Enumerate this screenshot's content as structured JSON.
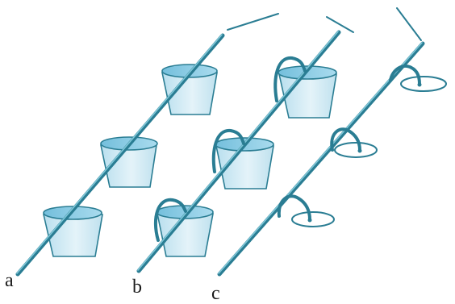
{
  "figure": {
    "labels": {
      "a": "a",
      "b": "b",
      "c": "c"
    },
    "icons": {
      "bucket": "bucket-icon",
      "dish": "dish-icon",
      "rope": "rope-icon",
      "siphon": "siphon-tube-icon"
    },
    "colors": {
      "rope": "#2a7d93",
      "rope_highlight": "#7fc7d8",
      "bucket_fill": "#d5ebf4",
      "bucket_water": "#a7d5e8",
      "bucket_stroke": "#2a7d93",
      "label_text": "#1a1a1a"
    }
  }
}
